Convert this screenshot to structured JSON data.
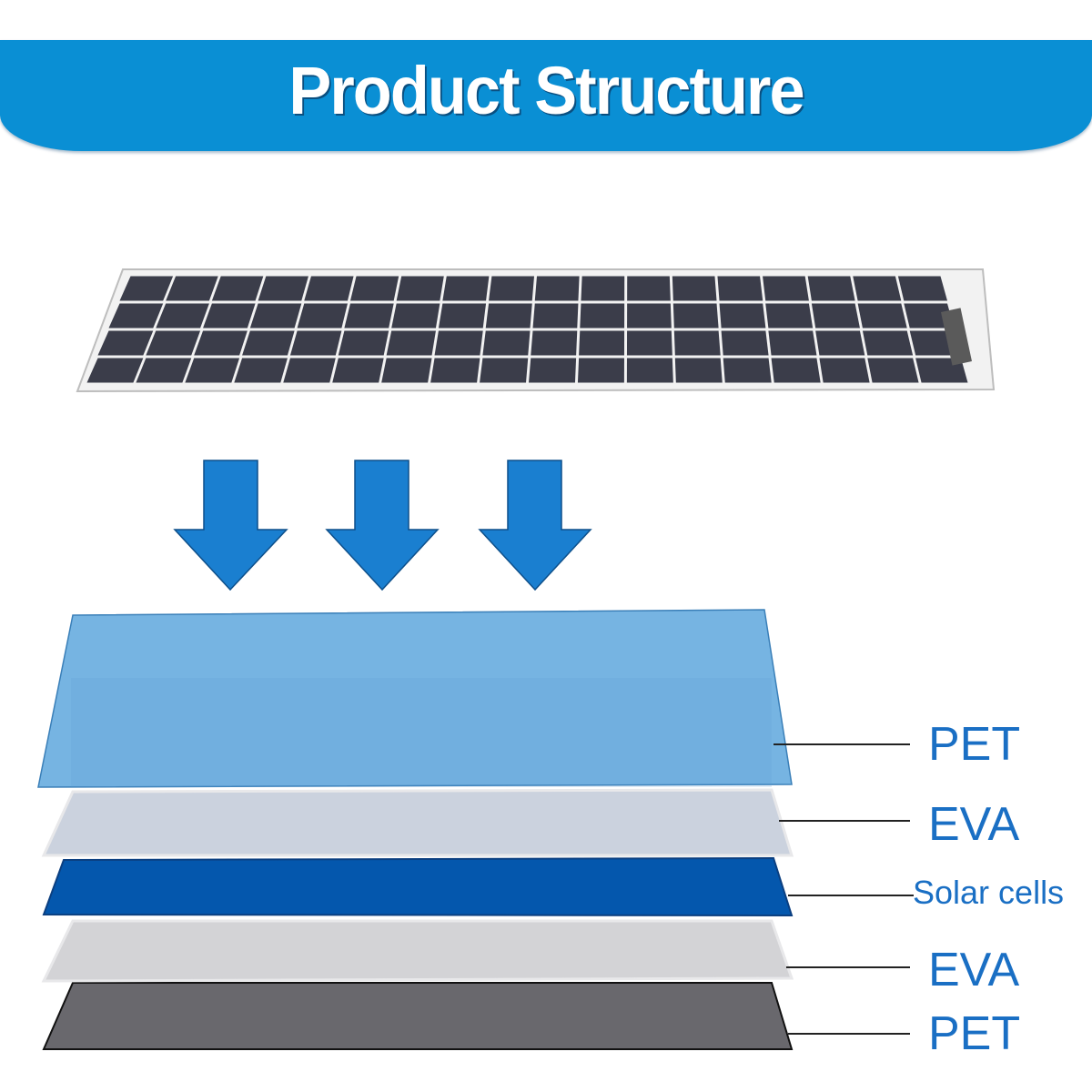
{
  "header": {
    "title": "Product Structure",
    "color": "#0a8fd4"
  },
  "panel": {
    "name": "flexible solar panel",
    "cell_rows": 4,
    "cell_columns": 18
  },
  "arrows": {
    "count": 3,
    "color": "#1a7fd0"
  },
  "layers": [
    {
      "label": "PET",
      "color": "#6aaee0"
    },
    {
      "label": "EVA",
      "color": "#cbd2de"
    },
    {
      "label": "Solar cells",
      "color": "#0457ad"
    },
    {
      "label": "EVA",
      "color": "#d3d3d6"
    },
    {
      "label": "PET",
      "color": "#69686d"
    }
  ]
}
